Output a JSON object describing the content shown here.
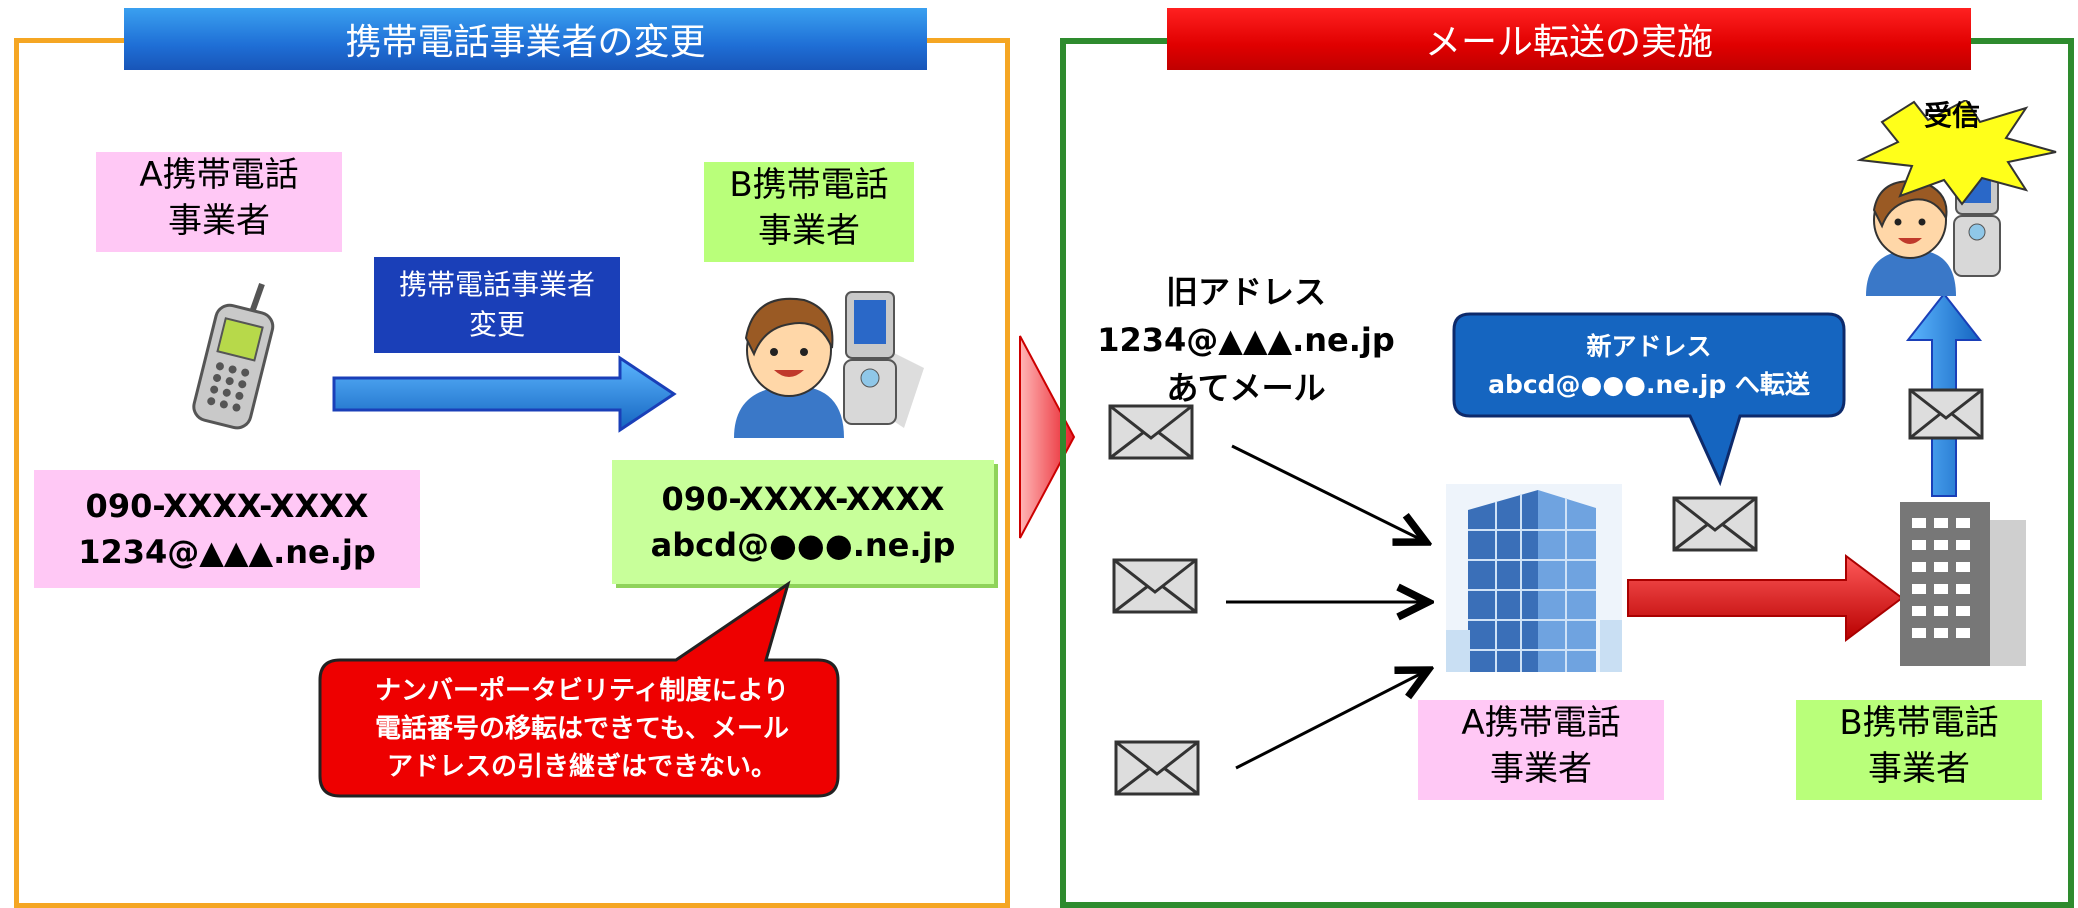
{
  "left_panel": {
    "header": "携帯電話事業者の変更",
    "carrier_a": [
      "A携帯電話",
      "事業者"
    ],
    "carrier_b": [
      "B携帯電話",
      "事業者"
    ],
    "change_label": [
      "携帯電話事業者",
      "変更"
    ],
    "old_info": [
      "090-XXXX-XXXX",
      "1234@▲▲▲.ne.jp"
    ],
    "new_info": [
      "090-XXXX-XXXX",
      "abcd@●●●.ne.jp"
    ],
    "note": [
      "ナンバーポータビリティ制度により",
      "電話番号の移転はできても、メール",
      "アドレスの引き継ぎはできない。"
    ]
  },
  "right_panel": {
    "header": "メール転送の実施",
    "old_address": [
      "旧アドレス",
      "1234@▲▲▲.ne.jp",
      "あてメール"
    ],
    "new_address": [
      "新アドレス",
      "abcd@●●●.ne.jp へ転送"
    ],
    "received": "受信",
    "carrier_a": [
      "A携帯電話",
      "事業者"
    ],
    "carrier_b": [
      "B携帯電話",
      "事業者"
    ]
  },
  "colors": {
    "left_border": "#f5a623",
    "right_border": "#2e8b2e",
    "left_header": "#1f6fd6",
    "right_header": "#e00000",
    "pink": "#ffc8f5",
    "green": "#b9ff7a",
    "note_red": "#ee0000",
    "callout_blue": "#1565c0"
  }
}
